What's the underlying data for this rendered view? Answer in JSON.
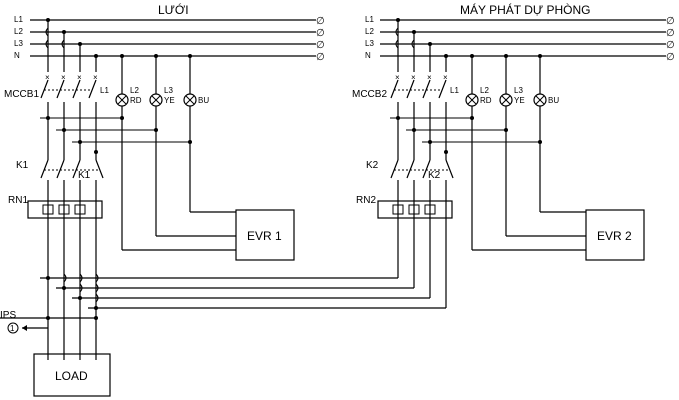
{
  "titles": {
    "grid": "LƯỚI",
    "generator": "MÁY PHÁT DỰ PHÒNG"
  },
  "bus_labels": [
    "L1",
    "L2",
    "L3",
    "N"
  ],
  "terminal_symbol": "∅",
  "left": {
    "mccb": "MCCB1",
    "contactor": "K1",
    "contactor_aux": "K1",
    "relay": "RN1",
    "evr": "EVR 1",
    "lamps": [
      {
        "phase": "L1",
        "color": ""
      },
      {
        "phase": "L2",
        "color": "RD"
      },
      {
        "phase": "L3",
        "color": "YE"
      },
      {
        "phase": "",
        "color": "BU"
      }
    ]
  },
  "right": {
    "mccb": "MCCB2",
    "contactor": "K2",
    "contactor_aux": "K2",
    "relay": "RN2",
    "evr": "EVR 2",
    "lamps": [
      {
        "phase": "L1",
        "color": ""
      },
      {
        "phase": "L2",
        "color": "RD"
      },
      {
        "phase": "L3",
        "color": "YE"
      },
      {
        "phase": "",
        "color": "BU"
      }
    ]
  },
  "ips": "IPS",
  "marker": "1",
  "load": "LOAD"
}
